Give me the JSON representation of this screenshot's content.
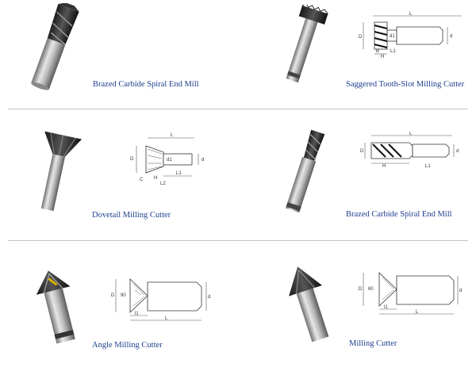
{
  "items": [
    {
      "caption": "Brazed Carbide Spiral End Mill"
    },
    {
      "caption": "Saggered Tooth-Slot Milling Cutter"
    },
    {
      "caption": "Dovetail Milling Cutter"
    },
    {
      "caption": "Brazed Carbide Spiral End Mill"
    },
    {
      "caption": "Angle Milling Cutter"
    },
    {
      "caption": "Milling Cutter"
    }
  ],
  "diagrams": {
    "saggered": {
      "L": "L",
      "D": "D",
      "d1": "d1",
      "d": "d",
      "B": "B",
      "H": "H",
      "L1": "L1"
    },
    "dovetail": {
      "L": "L",
      "D": "D",
      "d1": "d1",
      "d": "d",
      "H": "H",
      "C": "C",
      "L1": "L1",
      "L2": "L2"
    },
    "spiral": {
      "L": "L",
      "D": "D",
      "d": "d",
      "H": "H",
      "L1": "L1"
    },
    "angle": {
      "D": "D",
      "angle": "90",
      "d": "d",
      "l1": "l1",
      "L": "L"
    },
    "milling": {
      "D": "D",
      "angle": "60",
      "d": "d",
      "l1": "l1",
      "L": "L"
    }
  }
}
